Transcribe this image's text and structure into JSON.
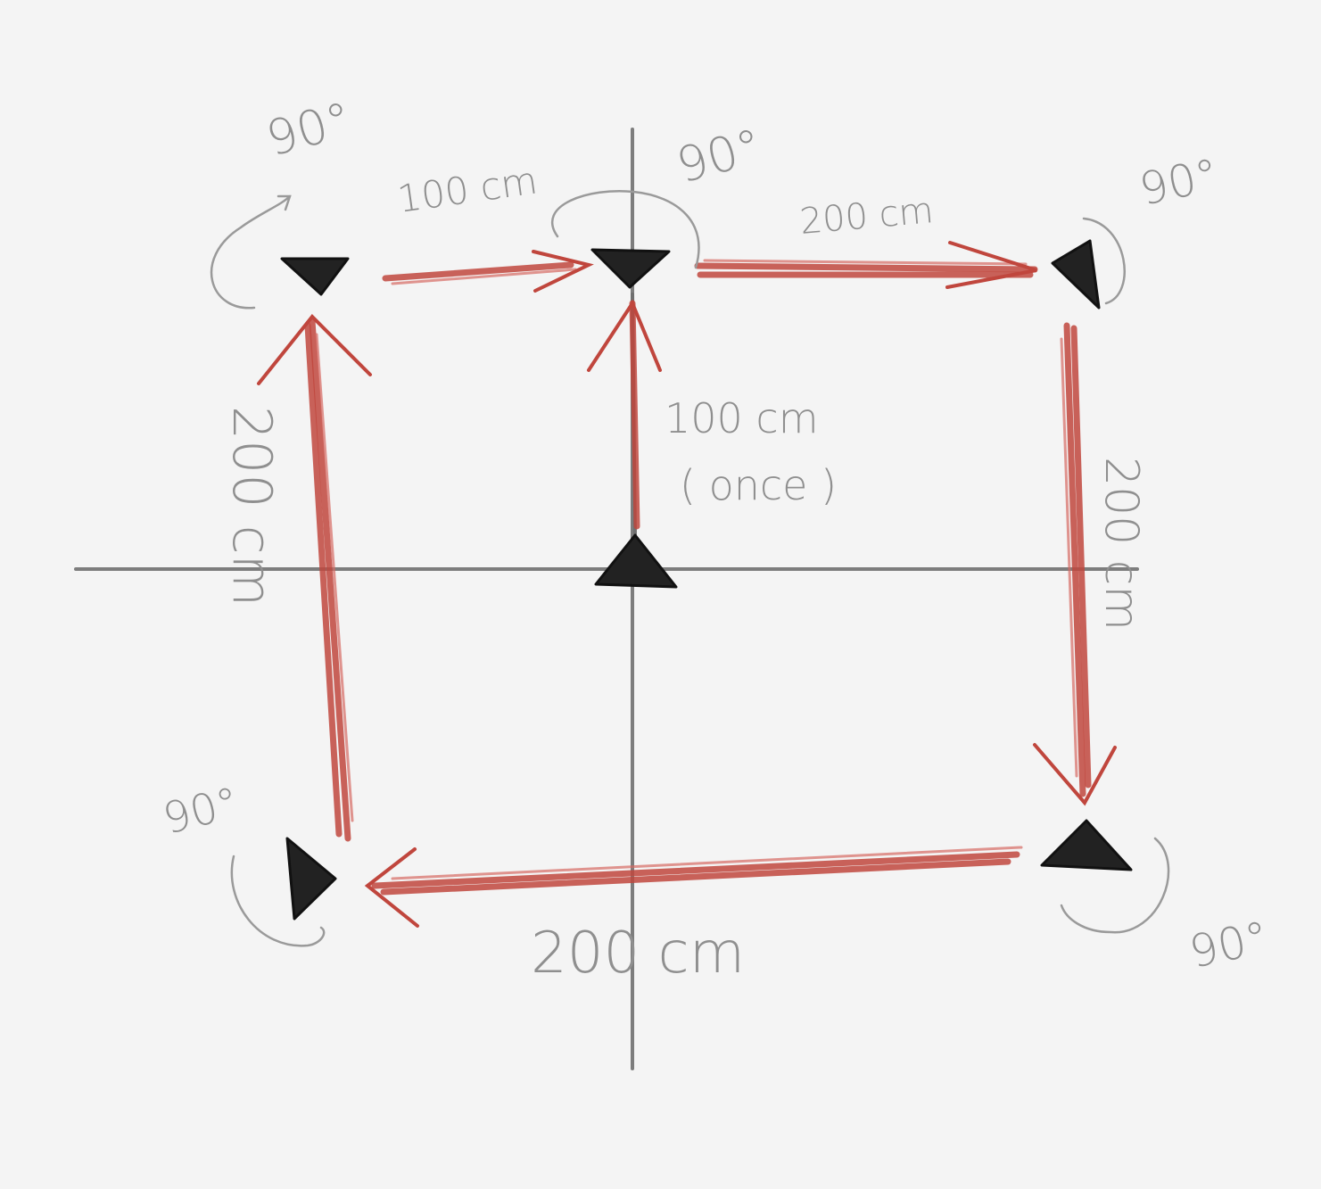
{
  "labels": {
    "step1_distance": "100 cm",
    "step1_note": "( once )",
    "top_left_distance": "100 cm",
    "top_distance": "200 cm",
    "right_distance": "200 cm",
    "bottom_distance": "200 cm",
    "left_distance": "200 cm",
    "angle": "90°"
  },
  "colors": {
    "background": "#f4f4f4",
    "path": "#c0463d",
    "robot": "#222222",
    "axes": "#7d7d7d",
    "annotation": "#8f8f8f"
  }
}
